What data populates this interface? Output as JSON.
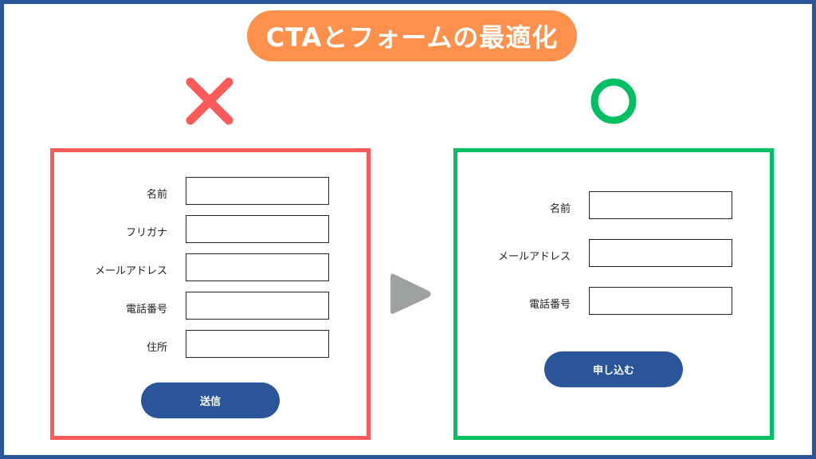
{
  "title": "CTAとフォームの最適化",
  "icons": {
    "bad": "cross-icon",
    "good": "circle-icon",
    "arrow": "play-arrow-icon"
  },
  "colors": {
    "frame": "#2a5599",
    "title_bg": "#ff914d",
    "bad": "#ff5a5a",
    "good": "#00bf63",
    "button": "#2a5599",
    "arrow": "#9ea29e"
  },
  "bad_form": {
    "fields": [
      "名前",
      "フリガナ",
      "メールアドレス",
      "電話番号",
      "住所"
    ],
    "button": "送信"
  },
  "good_form": {
    "fields": [
      "名前",
      "メールアドレス",
      "電話番号"
    ],
    "button": "申し込む"
  }
}
